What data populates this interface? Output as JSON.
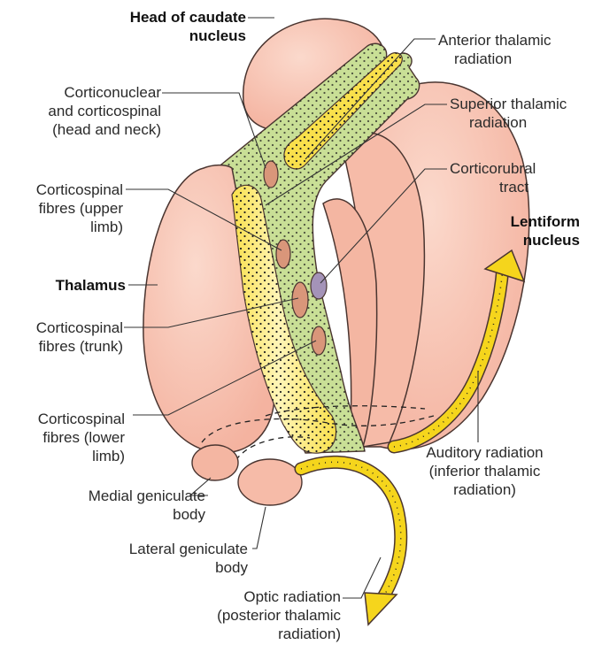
{
  "labels": {
    "head_caudate": [
      "Head of caudate",
      "nucleus"
    ],
    "anterior_thalamic": [
      "Anterior thalamic",
      "radiation"
    ],
    "corticonuclear": [
      "Corticonuclear",
      "and corticospinal",
      "(head and neck)"
    ],
    "superior_thalamic": [
      "Superior thalamic",
      "radiation"
    ],
    "corticospinal_upper": [
      "Corticospinal",
      "fibres (upper",
      "limb)"
    ],
    "corticorubral": [
      "Corticorubral",
      "tract"
    ],
    "lentiform": [
      "Lentiform",
      "nucleus"
    ],
    "thalamus": [
      "Thalamus"
    ],
    "corticospinal_trunk": [
      "Corticospinal",
      "fibres (trunk)"
    ],
    "corticospinal_lower": [
      "Corticospinal",
      "fibres (lower",
      "limb)"
    ],
    "auditory": [
      "Auditory radiation",
      "(inferior thalamic",
      "radiation)"
    ],
    "medial_geniculate": [
      "Medial geniculate",
      "body"
    ],
    "lateral_geniculate": [
      "Lateral geniculate",
      "body"
    ],
    "optic": [
      "Optic radiation",
      "(posterior thalamic",
      "radiation)"
    ]
  },
  "colors": {
    "nucleus_fill": "#f7c3b3",
    "nucleus_stroke": "#4a3530",
    "capsule_green": "#c9df96",
    "fibre_yellow": "#f9e04b",
    "fibre_pale": "#fff7c6",
    "tract_oval": "#d9967a",
    "rubral_oval": "#a493b8",
    "arrow_yellow": "#f5d51c"
  }
}
